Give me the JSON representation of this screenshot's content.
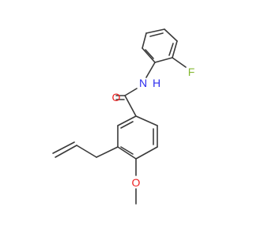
{
  "molecule": {
    "atoms": {
      "fluorine": "F",
      "amide_nitrogen": "N",
      "amide_hydrogen": "H",
      "carbonyl_oxygen": "O",
      "methoxy_oxygen": "O"
    },
    "colors": {
      "bond": "#3a3a3a",
      "fluorine": "#85b832",
      "nitrogen": "#2d2dee",
      "oxygen": "#ee2020"
    }
  }
}
